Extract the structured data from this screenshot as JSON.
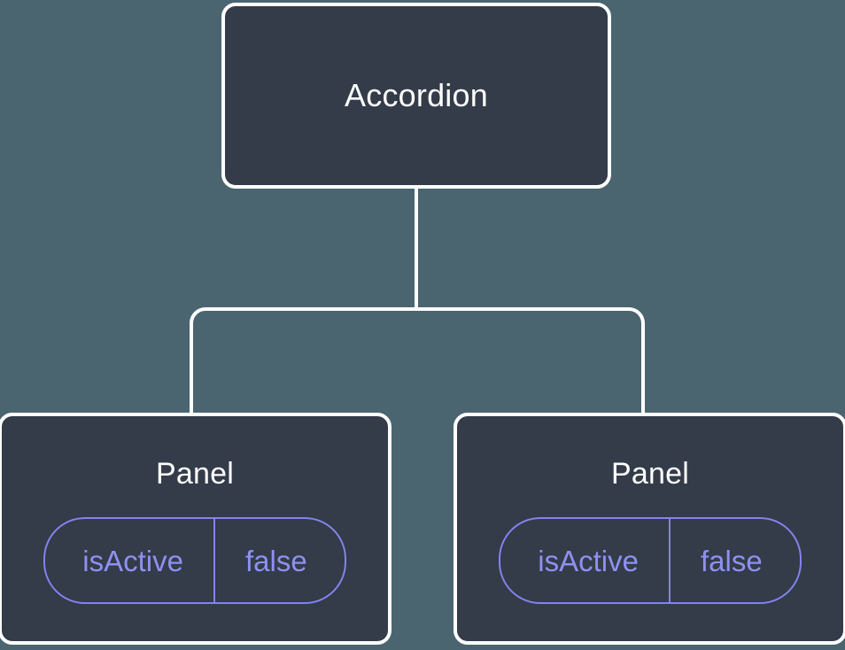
{
  "diagram": {
    "type": "component-tree",
    "background_color": "#4a6570",
    "node_fill_color": "#343b49",
    "node_border_color": "#ffffff",
    "edge_color": "#ffffff",
    "prop_accent_color": "#8e91f0",
    "root": {
      "label": "Accordion"
    },
    "children": [
      {
        "label": "Panel",
        "props": [
          {
            "key": "isActive",
            "value": "false"
          }
        ]
      },
      {
        "label": "Panel",
        "props": [
          {
            "key": "isActive",
            "value": "false"
          }
        ]
      }
    ]
  }
}
